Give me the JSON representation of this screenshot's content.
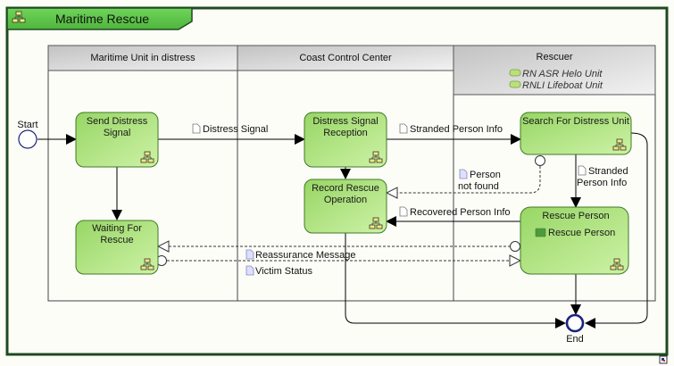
{
  "pool": {
    "title": "Maritime Rescue",
    "icon": "subprocess-hierarchy-icon",
    "frame_color": "#1f4a1f",
    "tab_color": "#5ec44a"
  },
  "lanes": [
    {
      "id": "maritime-unit",
      "label": "Maritime Unit in distress",
      "participants": []
    },
    {
      "id": "coast-control",
      "label": "Coast Control Center",
      "participants": []
    },
    {
      "id": "rescuer",
      "label": "Rescuer",
      "participants": [
        "RN ASR Helo Unit",
        "RNLI Lifeboat Unit"
      ]
    }
  ],
  "events": {
    "start": {
      "label": "Start"
    },
    "end": {
      "label": "End"
    }
  },
  "tasks": [
    {
      "id": "send-distress-signal",
      "lines": [
        "Send Distress",
        "Signal"
      ]
    },
    {
      "id": "waiting-for-rescue",
      "lines": [
        "Waiting For",
        "Rescue"
      ]
    },
    {
      "id": "distress-signal-reception",
      "lines": [
        "Distress Signal",
        "Reception"
      ]
    },
    {
      "id": "record-rescue-operation",
      "lines": [
        "Record Rescue",
        "Operation"
      ]
    },
    {
      "id": "search-for-distress-unit",
      "lines": [
        "Search For Distress Unit"
      ]
    },
    {
      "id": "rescue-person",
      "lines": [
        "Rescue Person"
      ],
      "inner_label": "Rescue Person"
    }
  ],
  "flows": {
    "distress_signal": "Distress Signal",
    "stranded_person_info": "Stranded Person Info",
    "stranded_person_info_2": [
      "Stranded",
      "Person Info"
    ],
    "person_not_found": [
      "Person",
      "not found"
    ],
    "recovered_person_info": "Recovered Person Info",
    "reassurance_message": "Reassurance Message",
    "victim_status": "Victim Status"
  },
  "colors": {
    "task_fill_top": "#9ed96a",
    "task_fill_bottom": "#c8f0a0",
    "task_stroke": "#4a8a2a",
    "event_stroke": "#1a237e",
    "lane_header_top": "#c8c8c8",
    "lane_header_bottom": "#f0f0f0"
  }
}
